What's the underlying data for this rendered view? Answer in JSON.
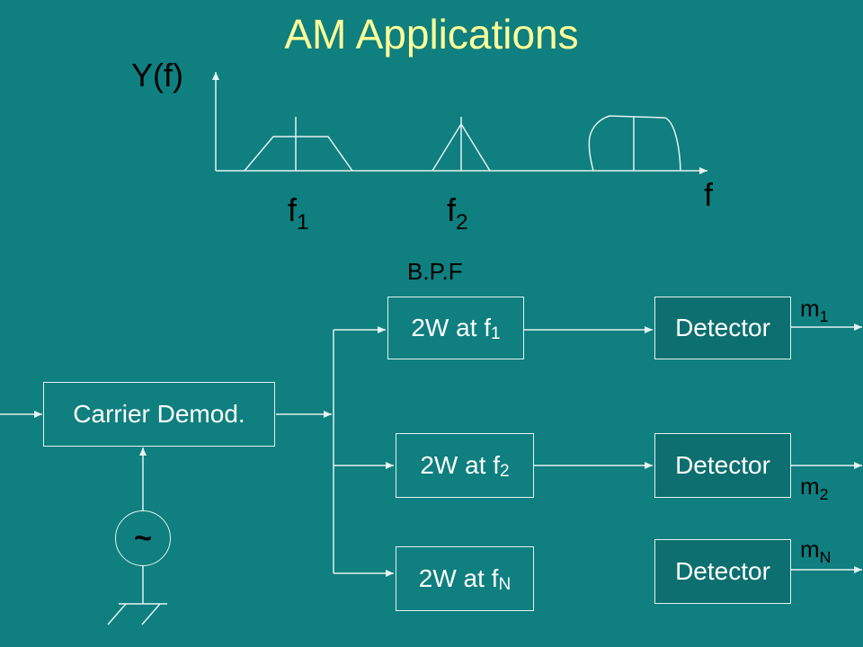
{
  "title": "AM Applications",
  "spectrum": {
    "y_label": "Y(f)",
    "x_label": "f",
    "f1": {
      "base": "f",
      "sub": "1"
    },
    "f2": {
      "base": "f",
      "sub": "2"
    }
  },
  "bpf_label": "B.P.F",
  "carrier_demod": "Carrier Demod.",
  "oscillator": "~",
  "filters": [
    {
      "prefix": "2W at f",
      "sub": "1"
    },
    {
      "prefix": "2W at f",
      "sub": "2"
    },
    {
      "prefix": "2W at f",
      "sub": "N"
    }
  ],
  "detectors": [
    "Detector",
    "Detector",
    "Detector"
  ],
  "outputs": [
    {
      "base": "m",
      "sub": "1"
    },
    {
      "base": "m",
      "sub": "2"
    },
    {
      "base": "m",
      "sub": "N"
    }
  ],
  "colors": {
    "background": "#0f7f7f",
    "title": "#ffff99",
    "lines": "#e6f2f2",
    "text_dark": "#000000",
    "text_light": "#ffffff"
  }
}
